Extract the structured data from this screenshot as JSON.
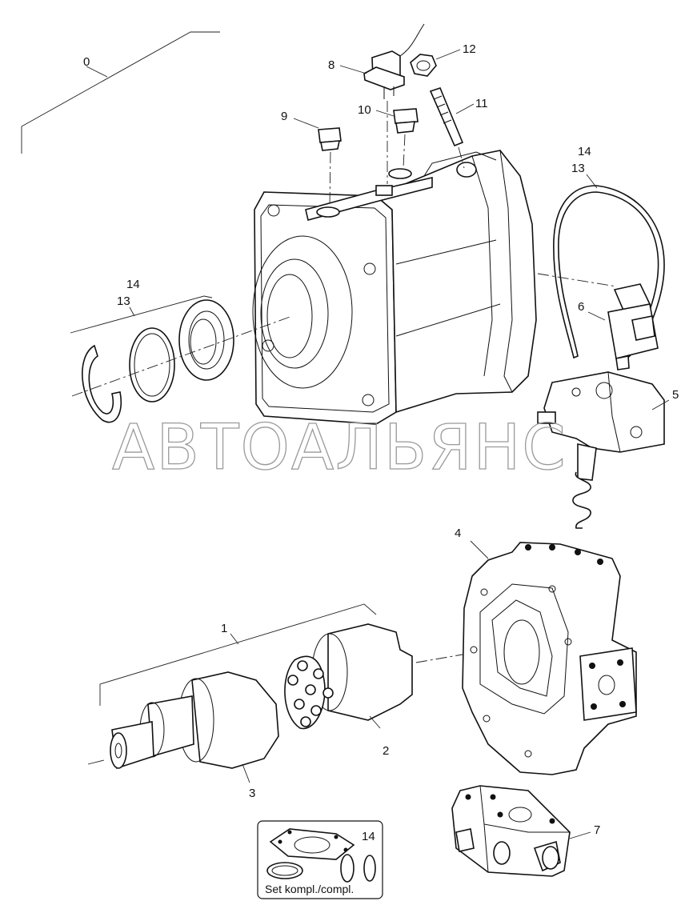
{
  "watermark": "АВТОАЛЬЯНС",
  "callouts": {
    "c0": "0",
    "c1": "1",
    "c2": "2",
    "c3": "3",
    "c4": "4",
    "c5": "5",
    "c6": "6",
    "c7": "7",
    "c8": "8",
    "c9": "9",
    "c10": "10",
    "c11": "11",
    "c12": "12",
    "c13_right": "13",
    "c14_right": "14",
    "c13_left": "13",
    "c14_left": "14",
    "c14_kit": "14"
  },
  "kit_box": {
    "label": "Set kompl./compl."
  }
}
